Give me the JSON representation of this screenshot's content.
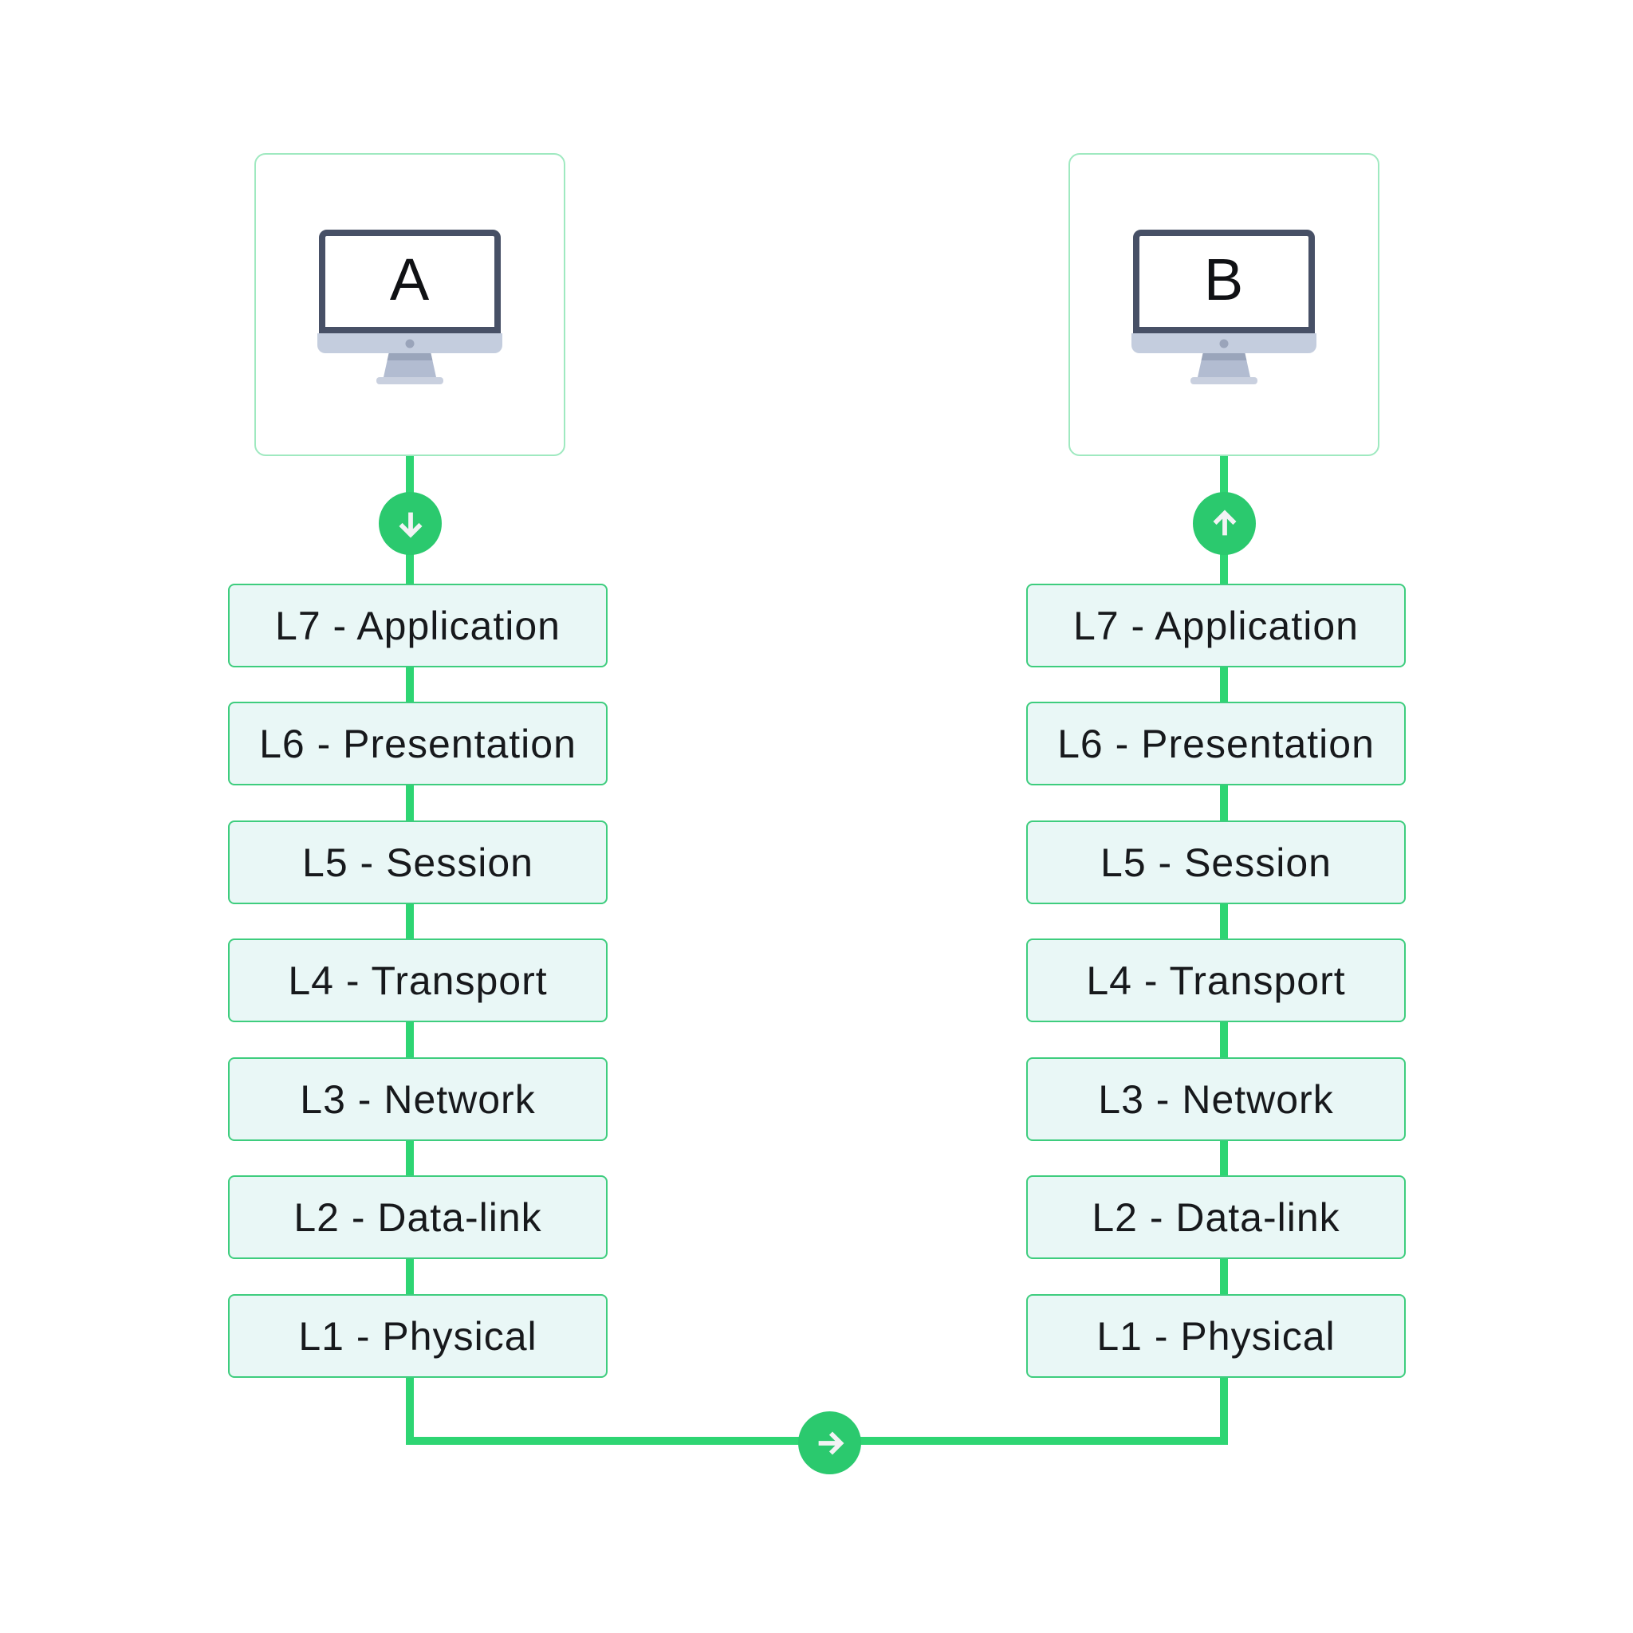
{
  "colors": {
    "line_green": "#2ed573",
    "badge_green": "#2bc96e",
    "layer_box_border": "#3ecd7e",
    "layer_box_fill": "#e9f7f6",
    "device_box_border": "#9fe9c0",
    "monitor_bezel": "#475066",
    "monitor_stand": "#c4cdde",
    "text": "#17191c"
  },
  "left_column": {
    "device_label": "A",
    "arrow_icon": "arrow-down-icon",
    "layers": [
      "L7 - Application",
      "L6 - Presentation",
      "L5 - Session",
      "L4 - Transport",
      "L3 - Network",
      "L2 - Data-link",
      "L1 - Physical"
    ]
  },
  "right_column": {
    "device_label": "B",
    "arrow_icon": "arrow-up-icon",
    "layers": [
      "L7 - Application",
      "L6 - Presentation",
      "L5 - Session",
      "L4 - Transport",
      "L3 - Network",
      "L2 - Data-link",
      "L1 - Physical"
    ]
  },
  "bottom_connector": {
    "arrow_icon": "arrow-right-icon"
  }
}
